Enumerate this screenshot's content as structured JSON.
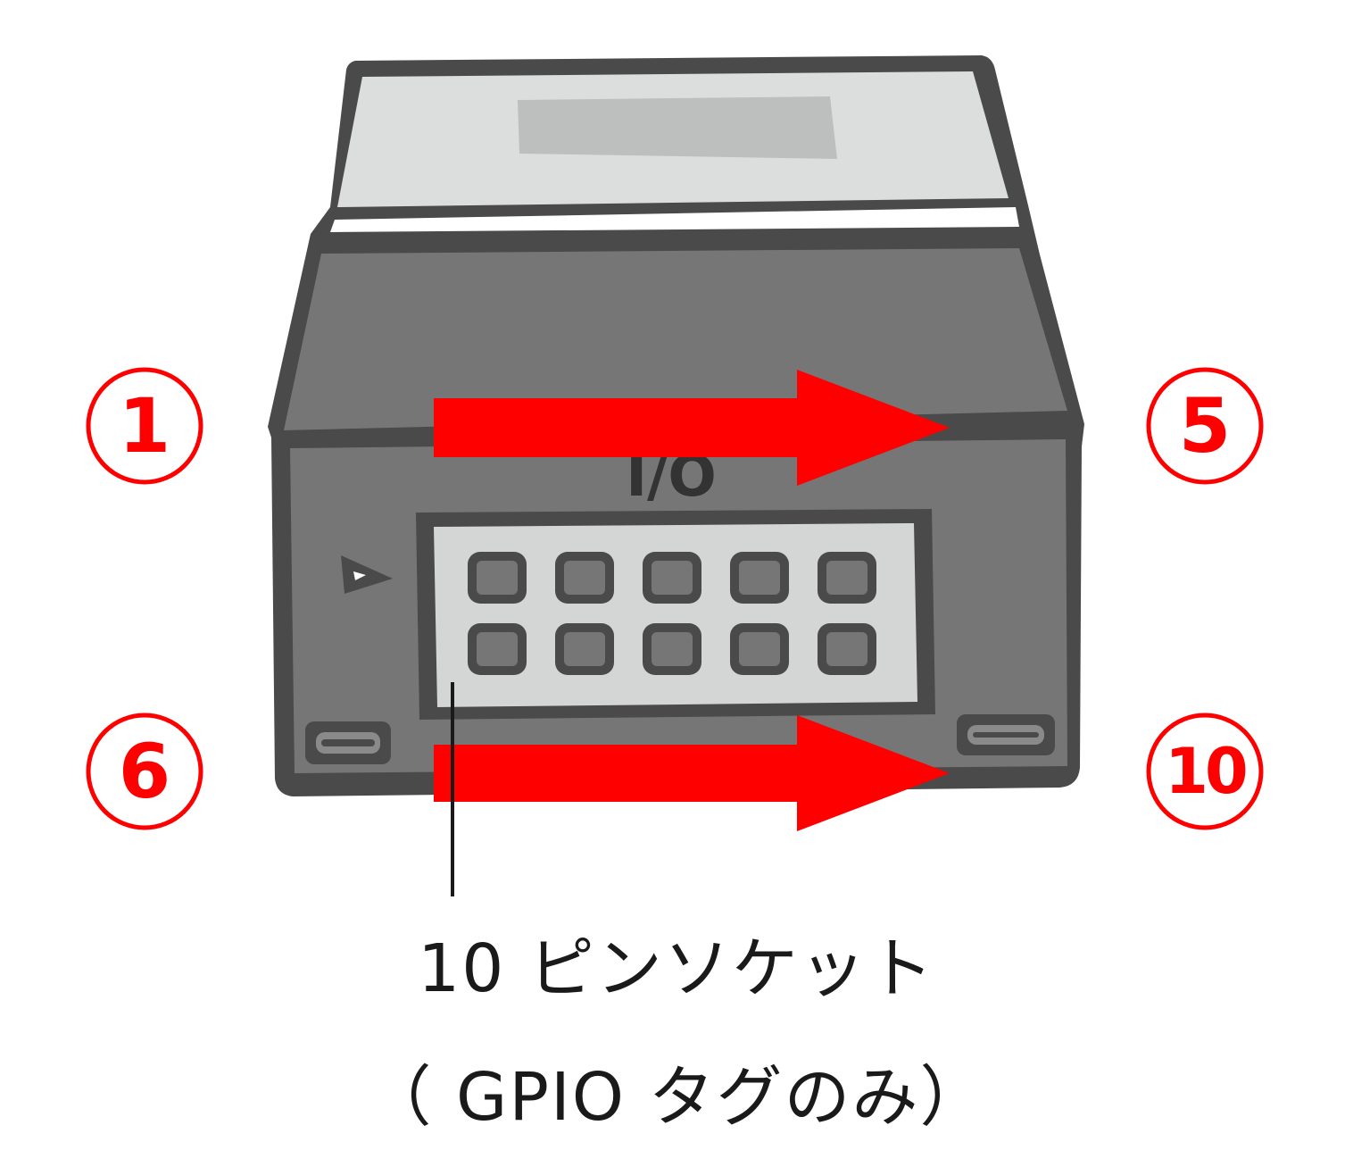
{
  "device": {
    "io_mark": "I/O"
  },
  "pin_markers": {
    "top_left": "1",
    "top_right": "5",
    "bottom_left": "6",
    "bottom_right": "10"
  },
  "caption": {
    "line1": "10 ピンソケット",
    "line2": "（ GPIO タグのみ）"
  },
  "colors": {
    "accent": "#ff0000",
    "body_outline": "#4a4a4a",
    "body_fill": "#767676",
    "top_panel": "#dcdedd",
    "label_patch": "#bdbfbe",
    "socket_fill": "#d4d6d5"
  },
  "socket": {
    "rows": 2,
    "pins_per_row": 5
  }
}
